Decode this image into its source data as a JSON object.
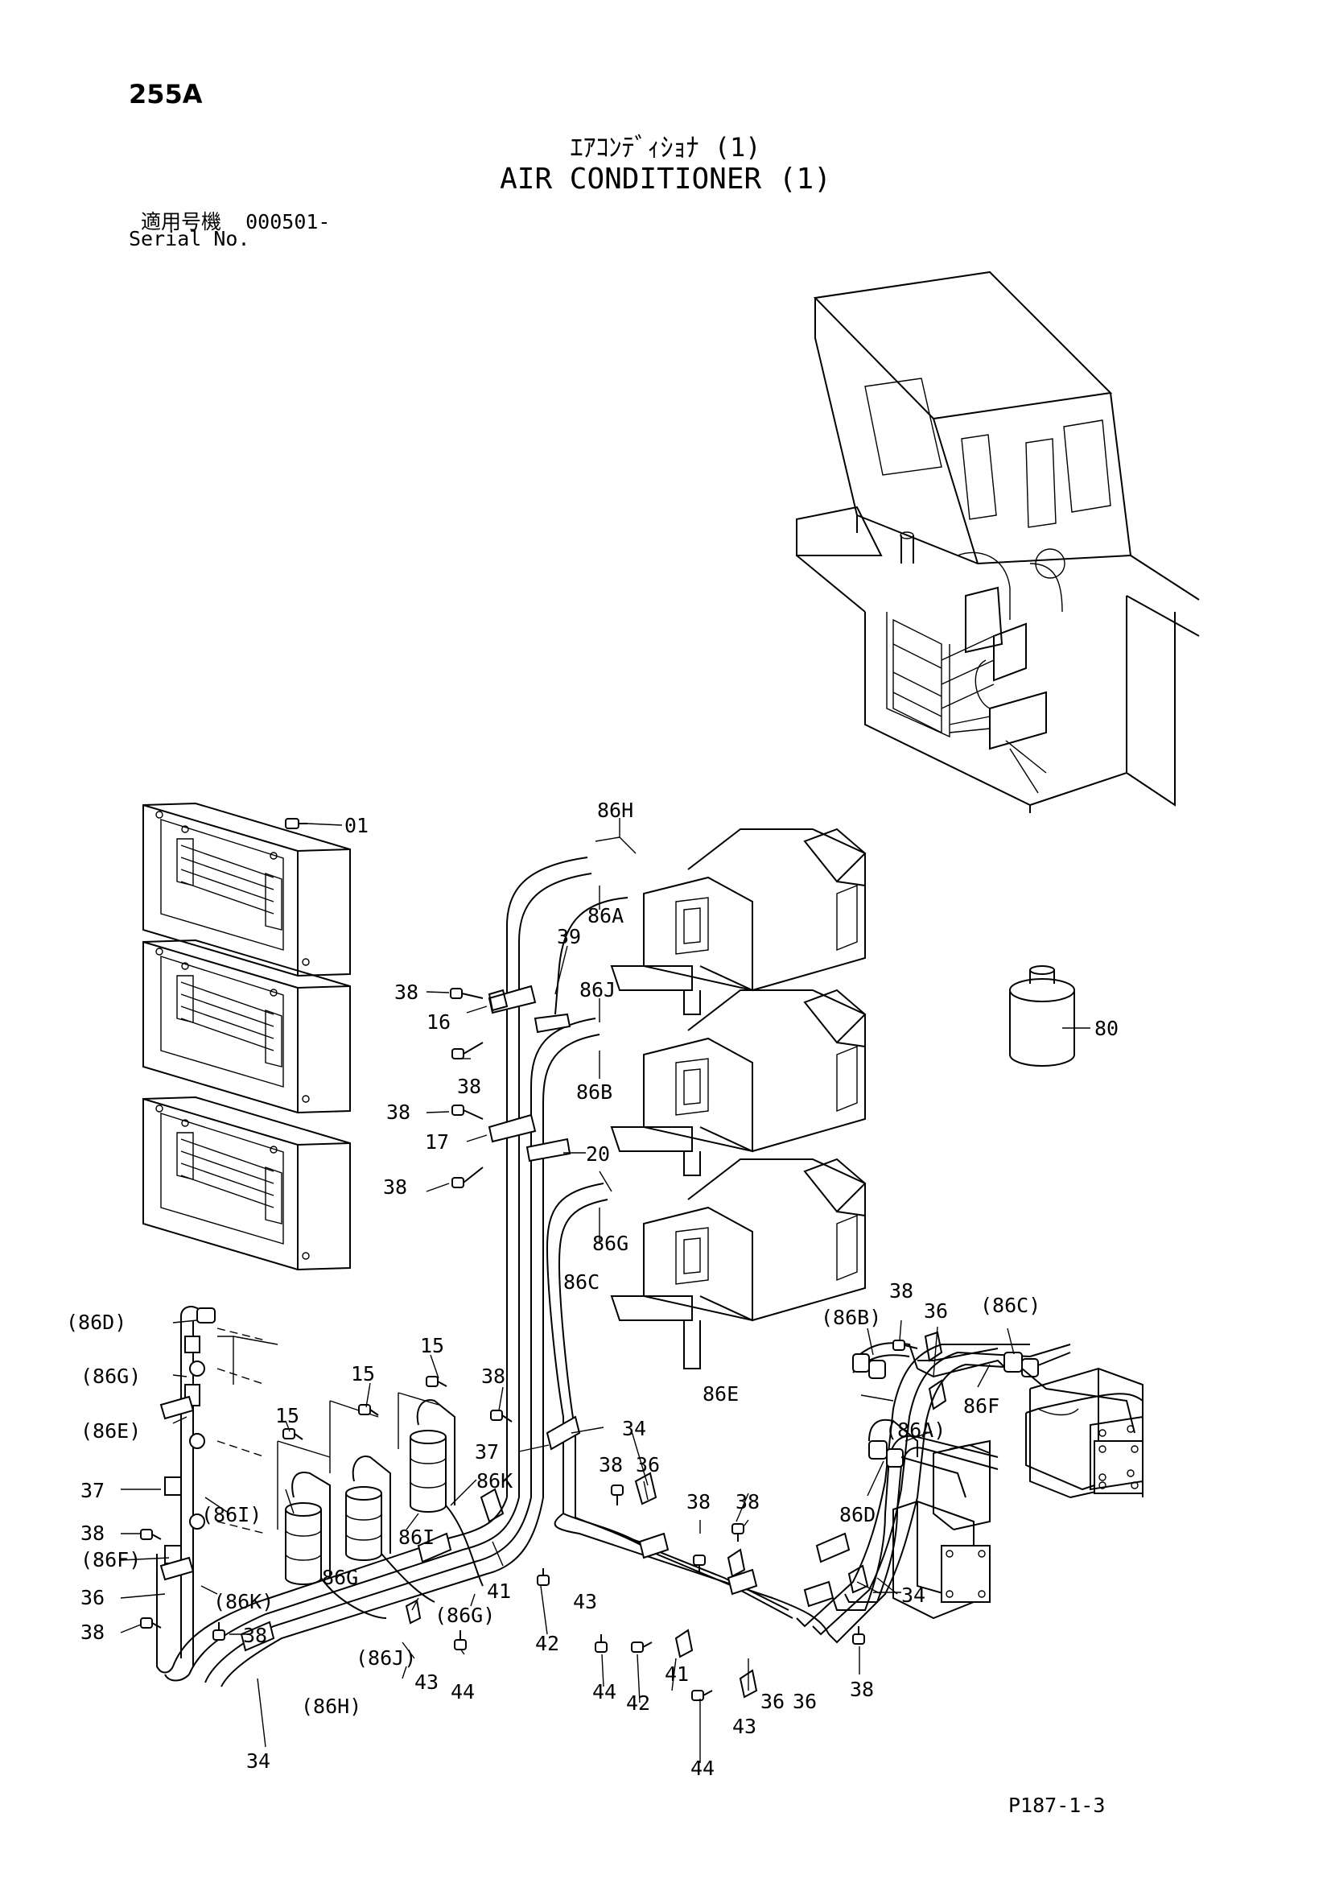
{
  "header": {
    "page_no": "255A",
    "title_jp": "ｴｱｺﾝﾃﾞｨｼｮﾅ (1)",
    "title_en": "AIR CONDITIONER (1)",
    "serial_label_jp": "適用号機",
    "serial_value": "000501-",
    "serial_label_en": "Serial No."
  },
  "footer": {
    "code": "P187-1-3"
  },
  "callouts": {
    "c01": "01",
    "c80": "80",
    "c86H": "86H",
    "c86A": "86A",
    "c39": "39",
    "c86J": "86J",
    "c86B": "86B",
    "c86G": "86G",
    "c86C": "86C",
    "c20": "20",
    "c16": "16",
    "c17": "17",
    "c38a": "38",
    "c38b": "38",
    "c38c": "38",
    "c38d": "38",
    "p86D": "(86D)",
    "p86G": "(86G)",
    "p86E": "(86E)",
    "c37a": "37",
    "c38e": "38",
    "p86F": "(86F)",
    "c36a": "36",
    "c38f": "38",
    "p86I": "(86I)",
    "p86K": "(86K)",
    "c38g": "38",
    "c15a": "15",
    "c15b": "15",
    "c15c": "15",
    "c38h": "38",
    "c34a": "34",
    "c37b": "37",
    "c86K": "86K",
    "c86I": "86I",
    "c86Gb": "86G",
    "p86Gb": "(86G)",
    "c41a": "41",
    "c42a": "42",
    "c43a": "43",
    "c44a": "44",
    "p86J": "(86J)",
    "p86H": "(86H)",
    "c34b": "34",
    "c38i": "38",
    "c36b": "36",
    "c38j": "38",
    "c38k": "38",
    "c43b": "43",
    "c44b": "44",
    "c42b": "42",
    "c41b": "41",
    "c44c": "44",
    "c43c": "43",
    "c36c": "36",
    "c36d": "36",
    "c38l": "38",
    "c34c": "34",
    "c86E": "86E",
    "p86B": "(86B)",
    "c38m": "38",
    "c36e": "36",
    "p86C": "(86C)",
    "c86F": "86F",
    "p86A": "(86A)",
    "c86D": "86D"
  }
}
